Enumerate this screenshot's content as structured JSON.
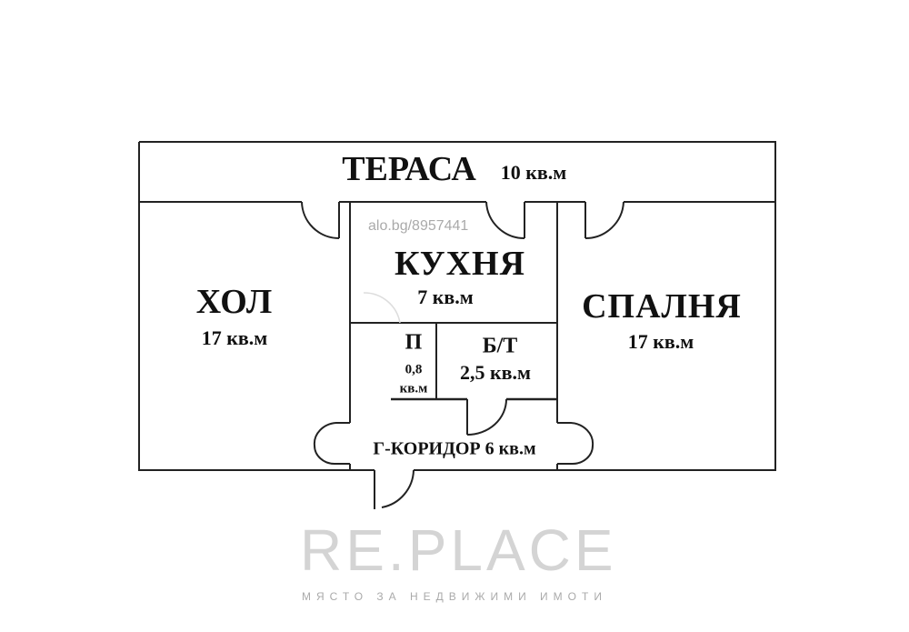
{
  "plan": {
    "rooms": {
      "terrace": {
        "name": "ТЕРАСА",
        "area": "10 кв.м"
      },
      "kitchen": {
        "name": "КУХНЯ",
        "area": "7 кв.м"
      },
      "hall": {
        "name": "ХОЛ",
        "area": "17 кв.м"
      },
      "bedroom": {
        "name": "СПАЛНЯ",
        "area": "17 кв.м"
      },
      "pantry": {
        "name": "П",
        "area_value": "0,8",
        "area_unit": "кв.м"
      },
      "bathroom": {
        "name": "Б/Т",
        "area": "2,5 кв.м"
      },
      "corridor": {
        "label": "Г-КОРИДОР 6 кв.м"
      }
    },
    "colors": {
      "walls": "#222222",
      "background": "#ffffff"
    }
  },
  "watermarks": {
    "listing": "alo.bg/8957441",
    "brand": "RE.PLACE",
    "tagline": "МЯСТО ЗА НЕДВИЖИМИ ИМОТИ"
  }
}
